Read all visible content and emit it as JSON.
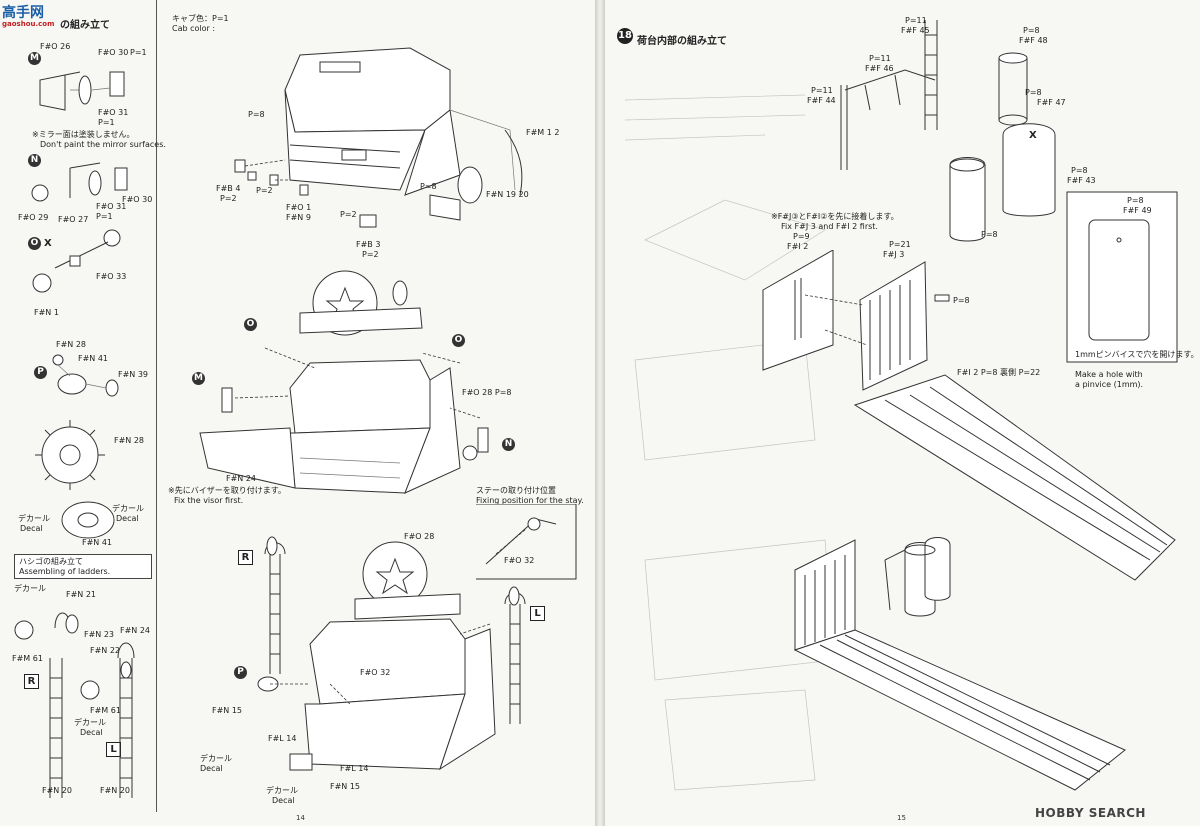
{
  "watermark_top": {
    "text_a": "高手网",
    "text_b": "gaoshou.com"
  },
  "watermark_bottom": {
    "brand": "HOBBY SEARCH"
  },
  "left_page": {
    "page_number": "14",
    "sidebar": {
      "section_title": "の組み立て",
      "m_labels": {
        "a": "F#O 26",
        "b": "F#O 30",
        "c": "P=1",
        "d": "F#O 31",
        "e": "P=1"
      },
      "note_jp": "※ミラー面は塗装しません。",
      "note_en": "Don't paint the mirror surfaces.",
      "n_labels": {
        "a": "F#O 30",
        "b": "F#O 31",
        "c": "F#O 29",
        "d": "F#O 27",
        "e": "P=1"
      },
      "o_labels": {
        "a": "F#O 33",
        "b": "F#N 1"
      },
      "o_mark": "X",
      "p_labels": {
        "a": "F#N 28",
        "b": "F#N 41",
        "c": "F#N 39"
      },
      "wheel_label": "F#N 28",
      "decal": {
        "jp": "デカール",
        "en": "Decal",
        "jp2": "デカール",
        "en2": "Decal",
        "n41": "F#N 41"
      },
      "ladder_title_jp": "ハシゴの組み立て",
      "ladder_title_en": "Assembling of ladders.",
      "ladder_labels": {
        "decal_jp": "デカール",
        "n21": "F#N 21",
        "n23": "F#N 23",
        "n24": "F#N 24",
        "n22": "F#N 22",
        "m61a": "F#M 61",
        "m61b": "F#M 61",
        "decal_jp2": "デカール",
        "decal_en2": "Decal",
        "n20a": "F#N 20",
        "n20b": "F#N 20"
      }
    },
    "cab": {
      "color_jp": "キャブ色：",
      "color_code": "P=1",
      "color_en": "Cab color :",
      "labels": {
        "p8a": "P=8",
        "m1": "F#M 1 2",
        "b4": "F#B 4",
        "p1a": "P=2",
        "p10": "P=2",
        "o1": "F#O 1",
        "n9": "F#N 9",
        "p8b": "P=8",
        "n19": "F#N 19 20",
        "p2": "P=2",
        "b3": "F#B 3",
        "p2b": "P=2"
      }
    },
    "mid": {
      "o28": "F#O 28",
      "p8": "P=8",
      "n24": "F#N 24",
      "visor_jp": "※先にバイザーを取り付けます。",
      "visor_en": "Fix the visor first.",
      "stay_jp": "ステーの取り付け位置",
      "stay_en": "Fixing position for the stay.",
      "o32": "F#O 32"
    },
    "lower": {
      "o28": "F#O 28",
      "o32": "F#O 32",
      "n15": "F#N 15",
      "l14a": "F#L 14",
      "l14b": "F#L 14",
      "n15b": "F#N 15",
      "decal_jp": "デカール",
      "decal_en": "Decal",
      "decal_jp2": "デカール",
      "decal_en2": "Decal"
    }
  },
  "right_page": {
    "page_number": "15",
    "step": {
      "number": "18",
      "title_jp": "荷台内部の組み立て"
    },
    "labels": {
      "p11a": "P=11",
      "f45": "F#F 45",
      "p11b": "P=11",
      "f46": "F#F 46",
      "p11c": "P=11",
      "f44": "F#F 44",
      "p8a": "P=8",
      "f48": "F#F 48",
      "p8b": "P=8",
      "f47": "F#F 47",
      "x_mark": "X",
      "p8c": "P=8",
      "f43": "F#F 43",
      "p8d": "P=8",
      "f49": "F#F 49",
      "p8e": "P=8",
      "fj_note_jp": "※F#J③とF#I②を先に接着します。",
      "fj_note_en": "Fix F#J 3 and F#I 2 first.",
      "p9": "P=9",
      "i2": "F#I 2",
      "p21": "P=21",
      "j3": "F#J 3",
      "p8f": "P=8",
      "i2b": "F#I 2",
      "p8g": "P=8",
      "inner": "裏側",
      "p22": "P=22",
      "hole_jp": "1mmピンバイスで穴を開けます。",
      "hole_en1": "Make a hole with",
      "hole_en2": "a pinvice (1mm)."
    }
  }
}
